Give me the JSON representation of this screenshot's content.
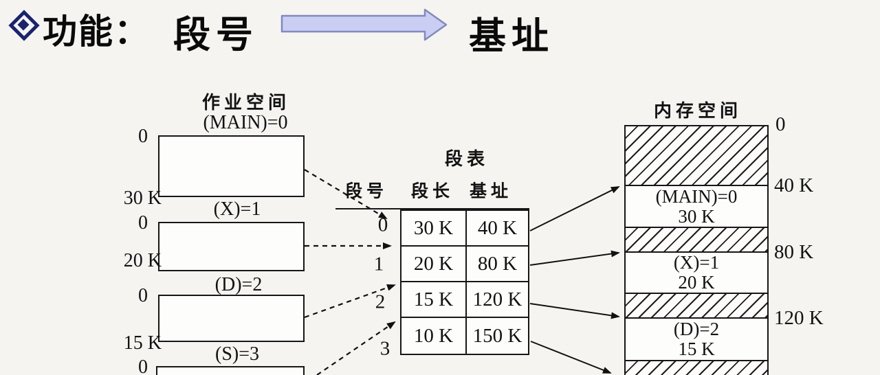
{
  "slide": {
    "title": {
      "label": "功能：",
      "source": "段号",
      "target": "基址"
    },
    "job_space": {
      "heading": "作业空间",
      "segments": [
        {
          "name": "(MAIN)=0",
          "start": "0",
          "size": "30 K"
        },
        {
          "name": "(X)=1",
          "start": "0",
          "size": "20 K"
        },
        {
          "name": "(D)=2",
          "start": "0",
          "size": "15 K"
        },
        {
          "name": "(S)=3",
          "start": "0"
        }
      ]
    },
    "segment_table": {
      "heading": "段表",
      "columns": {
        "no": "段号",
        "length": "段长",
        "base": "基址"
      },
      "rows": [
        {
          "no": "0",
          "length": "30 K",
          "base": "40 K"
        },
        {
          "no": "1",
          "length": "20 K",
          "base": "80 K"
        },
        {
          "no": "2",
          "length": "15 K",
          "base": "120 K"
        },
        {
          "no": "3",
          "length": "10 K",
          "base": "150 K"
        }
      ]
    },
    "memory_space": {
      "heading": "内存空间",
      "addresses": [
        "0",
        "40 K",
        "80 K",
        "120 K"
      ],
      "blocks": [
        {
          "name": "(MAIN)=0",
          "size": "30 K"
        },
        {
          "name": "(X)=1",
          "size": "20 K"
        },
        {
          "name": "(D)=2",
          "size": "15 K"
        }
      ]
    },
    "colors": {
      "arrow_fill": "#c9cef2",
      "arrow_stroke": "#8289bd",
      "ink": "#121212",
      "bullet": "#18246c",
      "background": "#f5f4f1"
    }
  }
}
